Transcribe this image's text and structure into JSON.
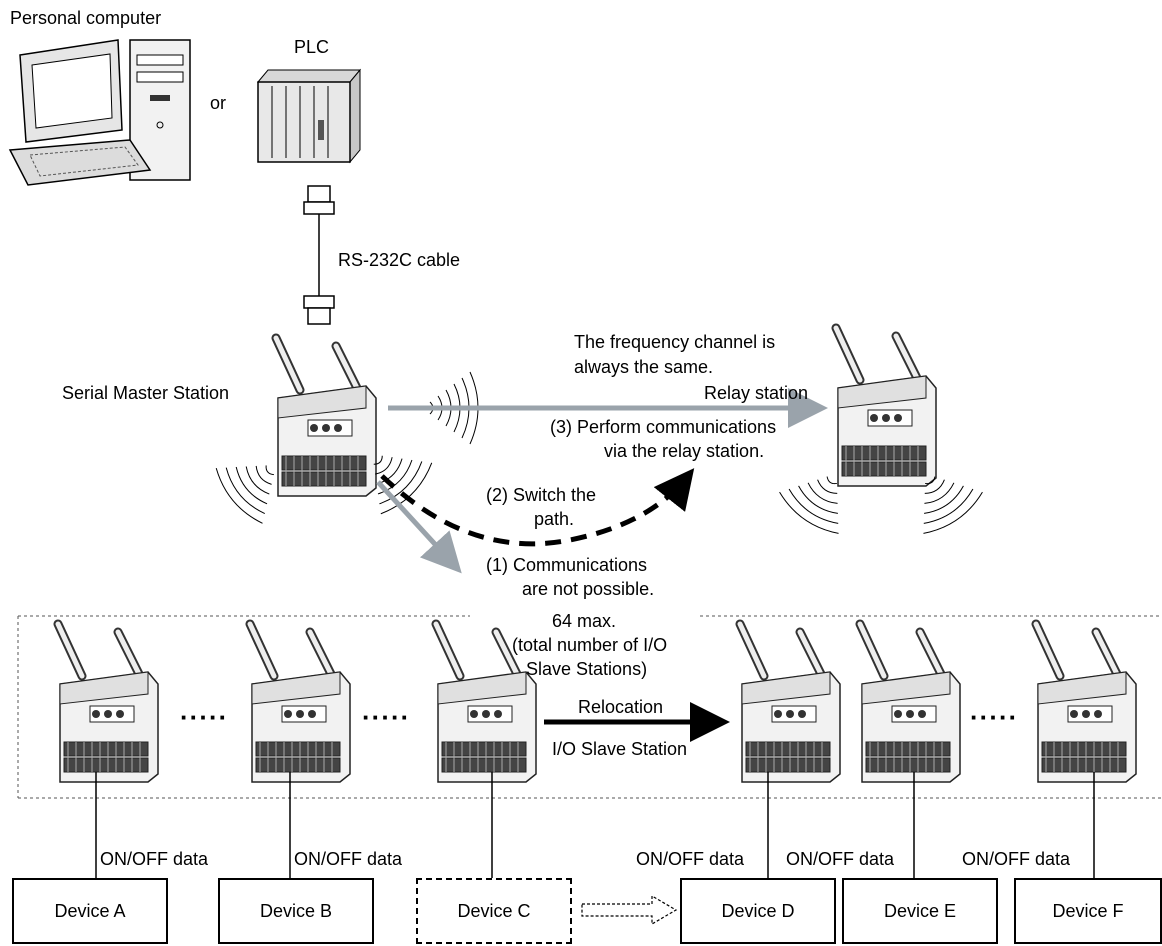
{
  "labels": {
    "personal_computer": "Personal computer",
    "plc": "PLC",
    "or": "or",
    "rs232c_cable": "RS-232C cable",
    "serial_master_station": "Serial Master Station",
    "freq_line1": "The frequency channel is",
    "freq_line2": "always the same.",
    "relay_station": "Relay station",
    "step3_line1": "(3) Perform communications",
    "step3_line2": "via the relay station.",
    "step2_line1": "(2) Switch the",
    "step2_line2": "path.",
    "step1_line1": "(1) Communications",
    "step1_line2": "are not possible.",
    "max_line1": "64 max.",
    "max_line2": "(total number of I/O",
    "max_line3": "Slave Stations)",
    "relocation": "Relocation",
    "io_slave_station": "I/O Slave Station",
    "dots": "·····",
    "onoff_data": "ON/OFF data"
  },
  "devices": [
    "Device A",
    "Device B",
    "Device C",
    "Device D",
    "Device E",
    "Device F"
  ],
  "colors": {
    "gray_arrow": "#9aa3ab",
    "unit_body": "#f2f2f2",
    "line": "#000000"
  }
}
